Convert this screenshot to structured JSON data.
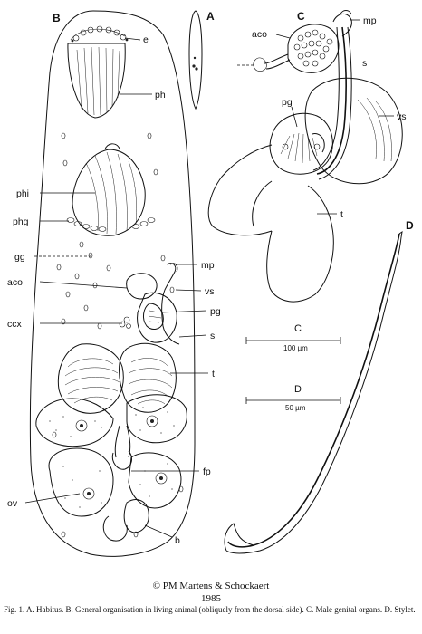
{
  "panels": {
    "a": "A",
    "b": "B",
    "c": "C",
    "d": "D"
  },
  "labels_b": {
    "e": "e",
    "ph": "ph",
    "phi": "phi",
    "phg": "phg",
    "gg": "gg",
    "mp": "mp",
    "aco": "aco",
    "vs": "vs",
    "ccx": "ccx",
    "pg": "pg",
    "s": "s",
    "t": "t",
    "fp": "fp",
    "ov": "ov",
    "b": "b"
  },
  "labels_c": {
    "aco": "aco",
    "mp": "mp",
    "s": "s",
    "pg": "pg",
    "vs": "vs",
    "t": "t"
  },
  "scale_bars": {
    "c_letter": "C",
    "c_text": "100 µm",
    "d_letter": "D",
    "d_text": "50 µm"
  },
  "copyright": "© PM Martens & Schockaert",
  "year": "1985",
  "caption": "Fig. 1. A. Habitus. B. General organisation in living animal (obliquely from the dorsal side). C. Male genital organs. D. Stylet."
}
